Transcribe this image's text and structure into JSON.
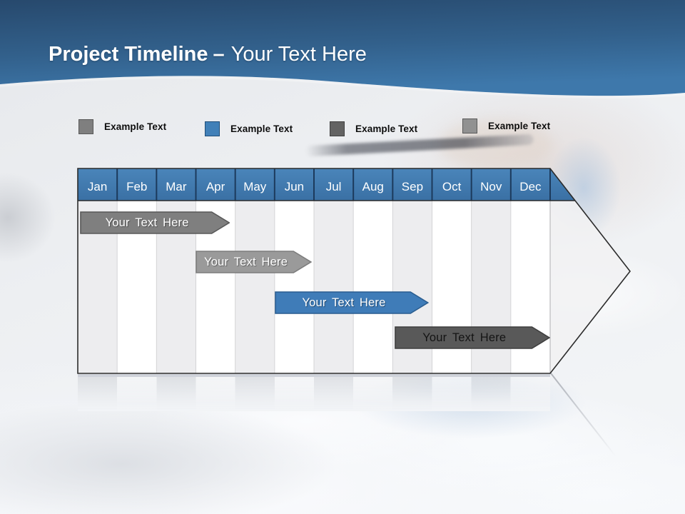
{
  "slide": {
    "title_bold": "Project Timeline",
    "title_sep": "–",
    "title_light": "Your Text Here",
    "header_color_top": "#27496d",
    "header_color_bottom": "#3e78ab"
  },
  "legend": {
    "items": [
      {
        "label": "Example Text",
        "color": "#7f7f7f",
        "border": "#595959"
      },
      {
        "label": "Example Text",
        "color": "#4180b8",
        "border": "#1f4e79"
      },
      {
        "label": "Example Text",
        "color": "#636363",
        "border": "#404040"
      },
      {
        "label": "Example Text",
        "color": "#919191",
        "border": "#595959"
      }
    ]
  },
  "chart_data": {
    "type": "gantt",
    "title": "Project Timeline",
    "categories": [
      "Jan",
      "Feb",
      "Mar",
      "Apr",
      "May",
      "Jun",
      "Jul",
      "Aug",
      "Sep",
      "Oct",
      "Nov",
      "Dec"
    ],
    "header_fill": "#3f7bb0",
    "header_text_color": "#ffffff",
    "column_fill_odd": "#ededef",
    "column_fill_even": "#ffffff",
    "x_range_months": [
      0,
      12
    ],
    "bars": [
      {
        "label": "Your Text Here",
        "row": 0,
        "start": 0.05,
        "end": 3.87,
        "fill": "#7f7f7f",
        "stroke": "#595959",
        "text_color": "#ffffff"
      },
      {
        "label": "Your Text Here",
        "row": 1,
        "start": 2.99,
        "end": 5.95,
        "fill": "#9a9a9a",
        "stroke": "#7d7d7d",
        "text_color": "#ffffff"
      },
      {
        "label": "Your Text Here",
        "row": 2,
        "start": 5.0,
        "end": 8.92,
        "fill": "#3f7cb8",
        "stroke": "#2a5d8f",
        "text_color": "#ffffff"
      },
      {
        "label": "Your Text Here",
        "row": 3,
        "start": 8.04,
        "end": 12.0,
        "fill": "#595959",
        "stroke": "#3f3f3f",
        "text_color": "#141414"
      }
    ]
  }
}
